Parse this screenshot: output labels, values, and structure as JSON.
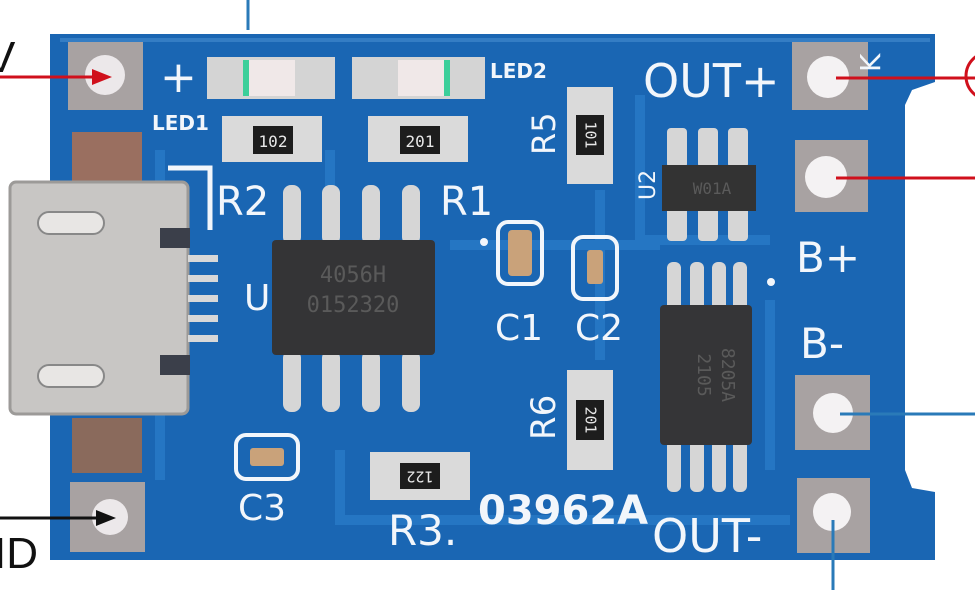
{
  "board": {
    "labels": {
      "plus": "+",
      "led1": "LED1",
      "led2": "LED2",
      "r1": "R1",
      "r2": "R2",
      "r3": "R3.",
      "r5": "R5",
      "r6": "R6",
      "u1": "U",
      "u2": "U2",
      "c1": "C1",
      "c2": "C2",
      "c3": "C3",
      "out_plus": "OUT+",
      "out_minus": "OUT-",
      "b_plus": "B+",
      "b_minus": "B-",
      "k": "K",
      "board_code": "03962A"
    },
    "resistor_codes": {
      "r2": "102",
      "r1": "201",
      "r5": "101",
      "r6": "201",
      "r3": "122"
    },
    "chips": {
      "u1_line1": "4056H",
      "u1_line2": "0152320",
      "u2": "W01A",
      "mosfet_line1": "8205A",
      "mosfet_line2": "2105"
    }
  },
  "annotations": {
    "left_top": "V",
    "left_bottom": "ID"
  },
  "colors": {
    "pcb": "#1a66b3",
    "pad": "#a8a2a2",
    "red_line": "#d0101c",
    "blue_line": "#2a7ab8"
  }
}
